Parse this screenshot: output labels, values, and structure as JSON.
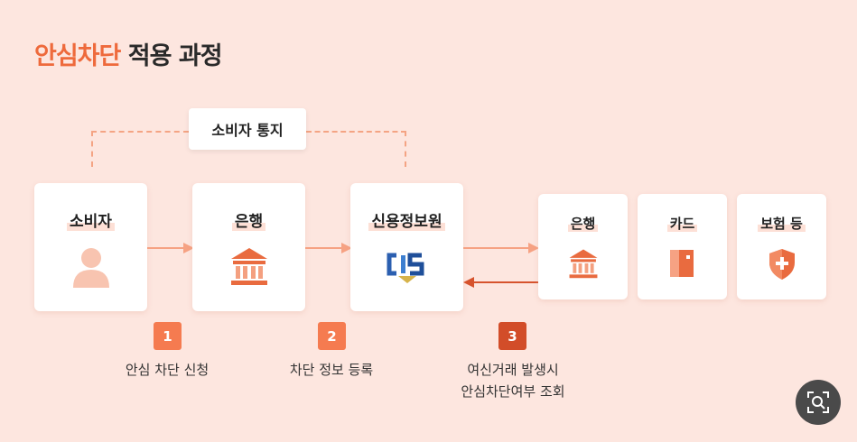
{
  "title": {
    "accent": "안심차단",
    "rest": "적용 과정"
  },
  "notice": {
    "label": "소비자 통지"
  },
  "nodes": {
    "consumer": {
      "label": "소비자"
    },
    "bank": {
      "label": "은행"
    },
    "kcis": {
      "label": "신용정보원"
    },
    "bank2": {
      "label": "은행"
    },
    "card": {
      "label": "카드"
    },
    "insurance": {
      "label": "보험 등"
    }
  },
  "steps": [
    {
      "number": "1",
      "text": "안심 차단 신청"
    },
    {
      "number": "2",
      "text": "차단 정보 등록"
    },
    {
      "number": "3",
      "text_line1": "여신거래 발생시",
      "text_line2": "안심차단여부 조회"
    }
  ],
  "colors": {
    "accent": "#ee6a3c",
    "background": "#fde6df",
    "badge_light": "#f57b50",
    "badge_dark": "#d24d29",
    "arrow_light": "#f6a283",
    "arrow_dark": "#d6532d"
  },
  "icons": [
    "person-icon",
    "bank-icon",
    "kcis-logo",
    "card-icon",
    "shield-icon",
    "zoom-icon"
  ]
}
